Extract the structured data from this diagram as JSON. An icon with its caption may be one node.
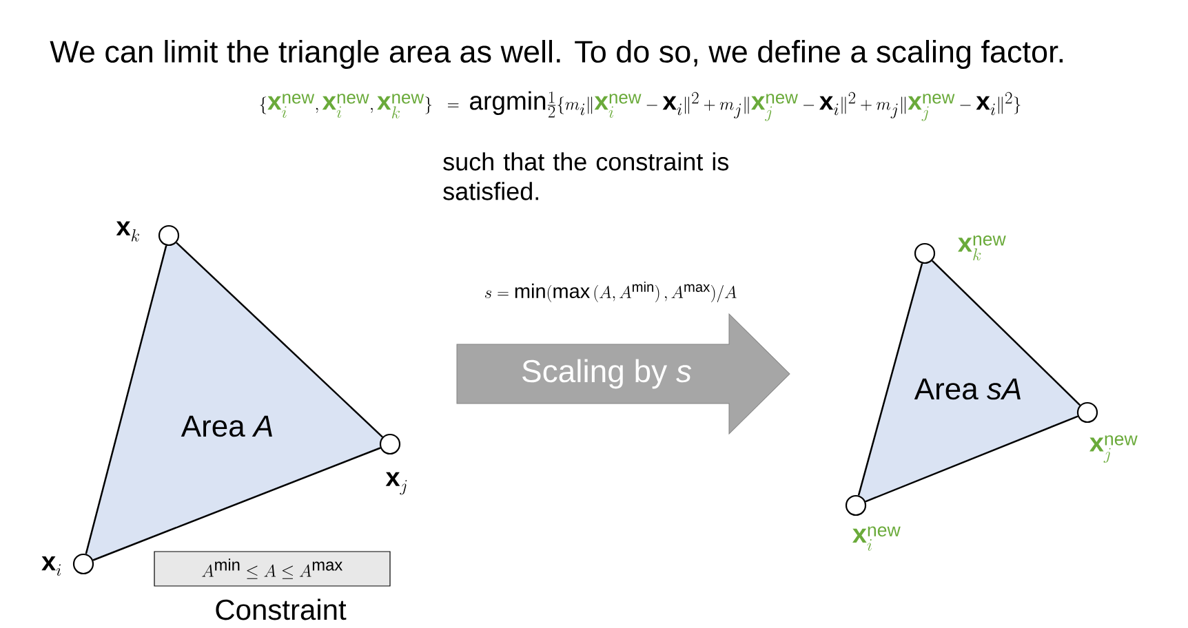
{
  "diagram": {
    "title": "We can limit the triangle area as well.  To do so, we define a scaling factor.",
    "nodes": [
      {
        "text": [
          "Area *A*"
        ]
      },
      {
        "text": [],
        "shape": "circle",
        "beside": [
          "\\mathbf{x}_k"
        ]
      },
      {
        "text": [],
        "shape": "circle",
        "beside": [
          "\\mathbf{x}_j"
        ]
      },
      {
        "text": [],
        "shape": "circle",
        "beside": [
          "\\mathbf{x}_i"
        ]
      },
      {
        "text": [
          "A^{\\min}\\le A\\le A^{\\max}",
          "Constraint"
        ]
      },
      {
        "text": [
          "Scaling by *s*"
        ]
      },
      {
        "text": [
          "Area *sA*"
        ]
      },
      {
        "text": [],
        "shape": "circle",
        "beside": [
          "\\mathbf{x}_k^{\\mathrm{new}}"
        ]
      },
      {
        "text": [],
        "shape": "circle",
        "beside": [
          "\\mathbf{x}_j^{\\mathrm{new}}"
        ]
      },
      {
        "text": [],
        "shape": "circle",
        "beside": [
          "\\mathbf{x}_i^{\\mathrm{new}}"
        ]
      }
    ],
    "edges": [
      {
        "from": 1,
        "to": 2,
        "arrow": "none"
      },
      {
        "from": 2,
        "to": 3,
        "arrow": "none"
      },
      {
        "from": 3,
        "to": 1,
        "arrow": "none"
      },
      {
        "from": 7,
        "to": 8,
        "arrow": "none"
      },
      {
        "from": 8,
        "to": 9,
        "arrow": "none"
      },
      {
        "from": 9,
        "to": 7,
        "arrow": "none"
      }
    ],
    "labels": [
      "\\{{\\color[HTML]{6AAA3A}\\mathbf{x}_i^{\\mathrm{new}}},{\\color[HTML]{6AAA3A}\\mathbf{x}_i^{\\mathrm{new}}},{\\color[HTML]{6AAA3A}\\mathbf{x}_k^{\\mathrm{new}}}\\}\\;\\;=\\;\\mathrm{argmin}\\tfrac{1}{2}\\{m_i\\|{\\color[HTML]{6AAA3A}\\mathbf{x}_i^{\\mathrm{new}}}-\\mathbf{x}_i\\|^2+m_j\\|{\\color[HTML]{6AAA3A}\\mathbf{x}_j^{\\mathrm{new}}}-\\mathbf{x}_i\\|^2+m_j\\|{\\color[HTML]{6AAA3A}\\mathbf{x}_j^{\\mathrm{new}}}-\\mathbf{x}_i\\|^2\\}",
      "such that the constraint is satisfied.",
      "s=\\min(\\max\\,(A,A^{\\min})\\,,A^{\\max})/A"
    ]
  }
}
